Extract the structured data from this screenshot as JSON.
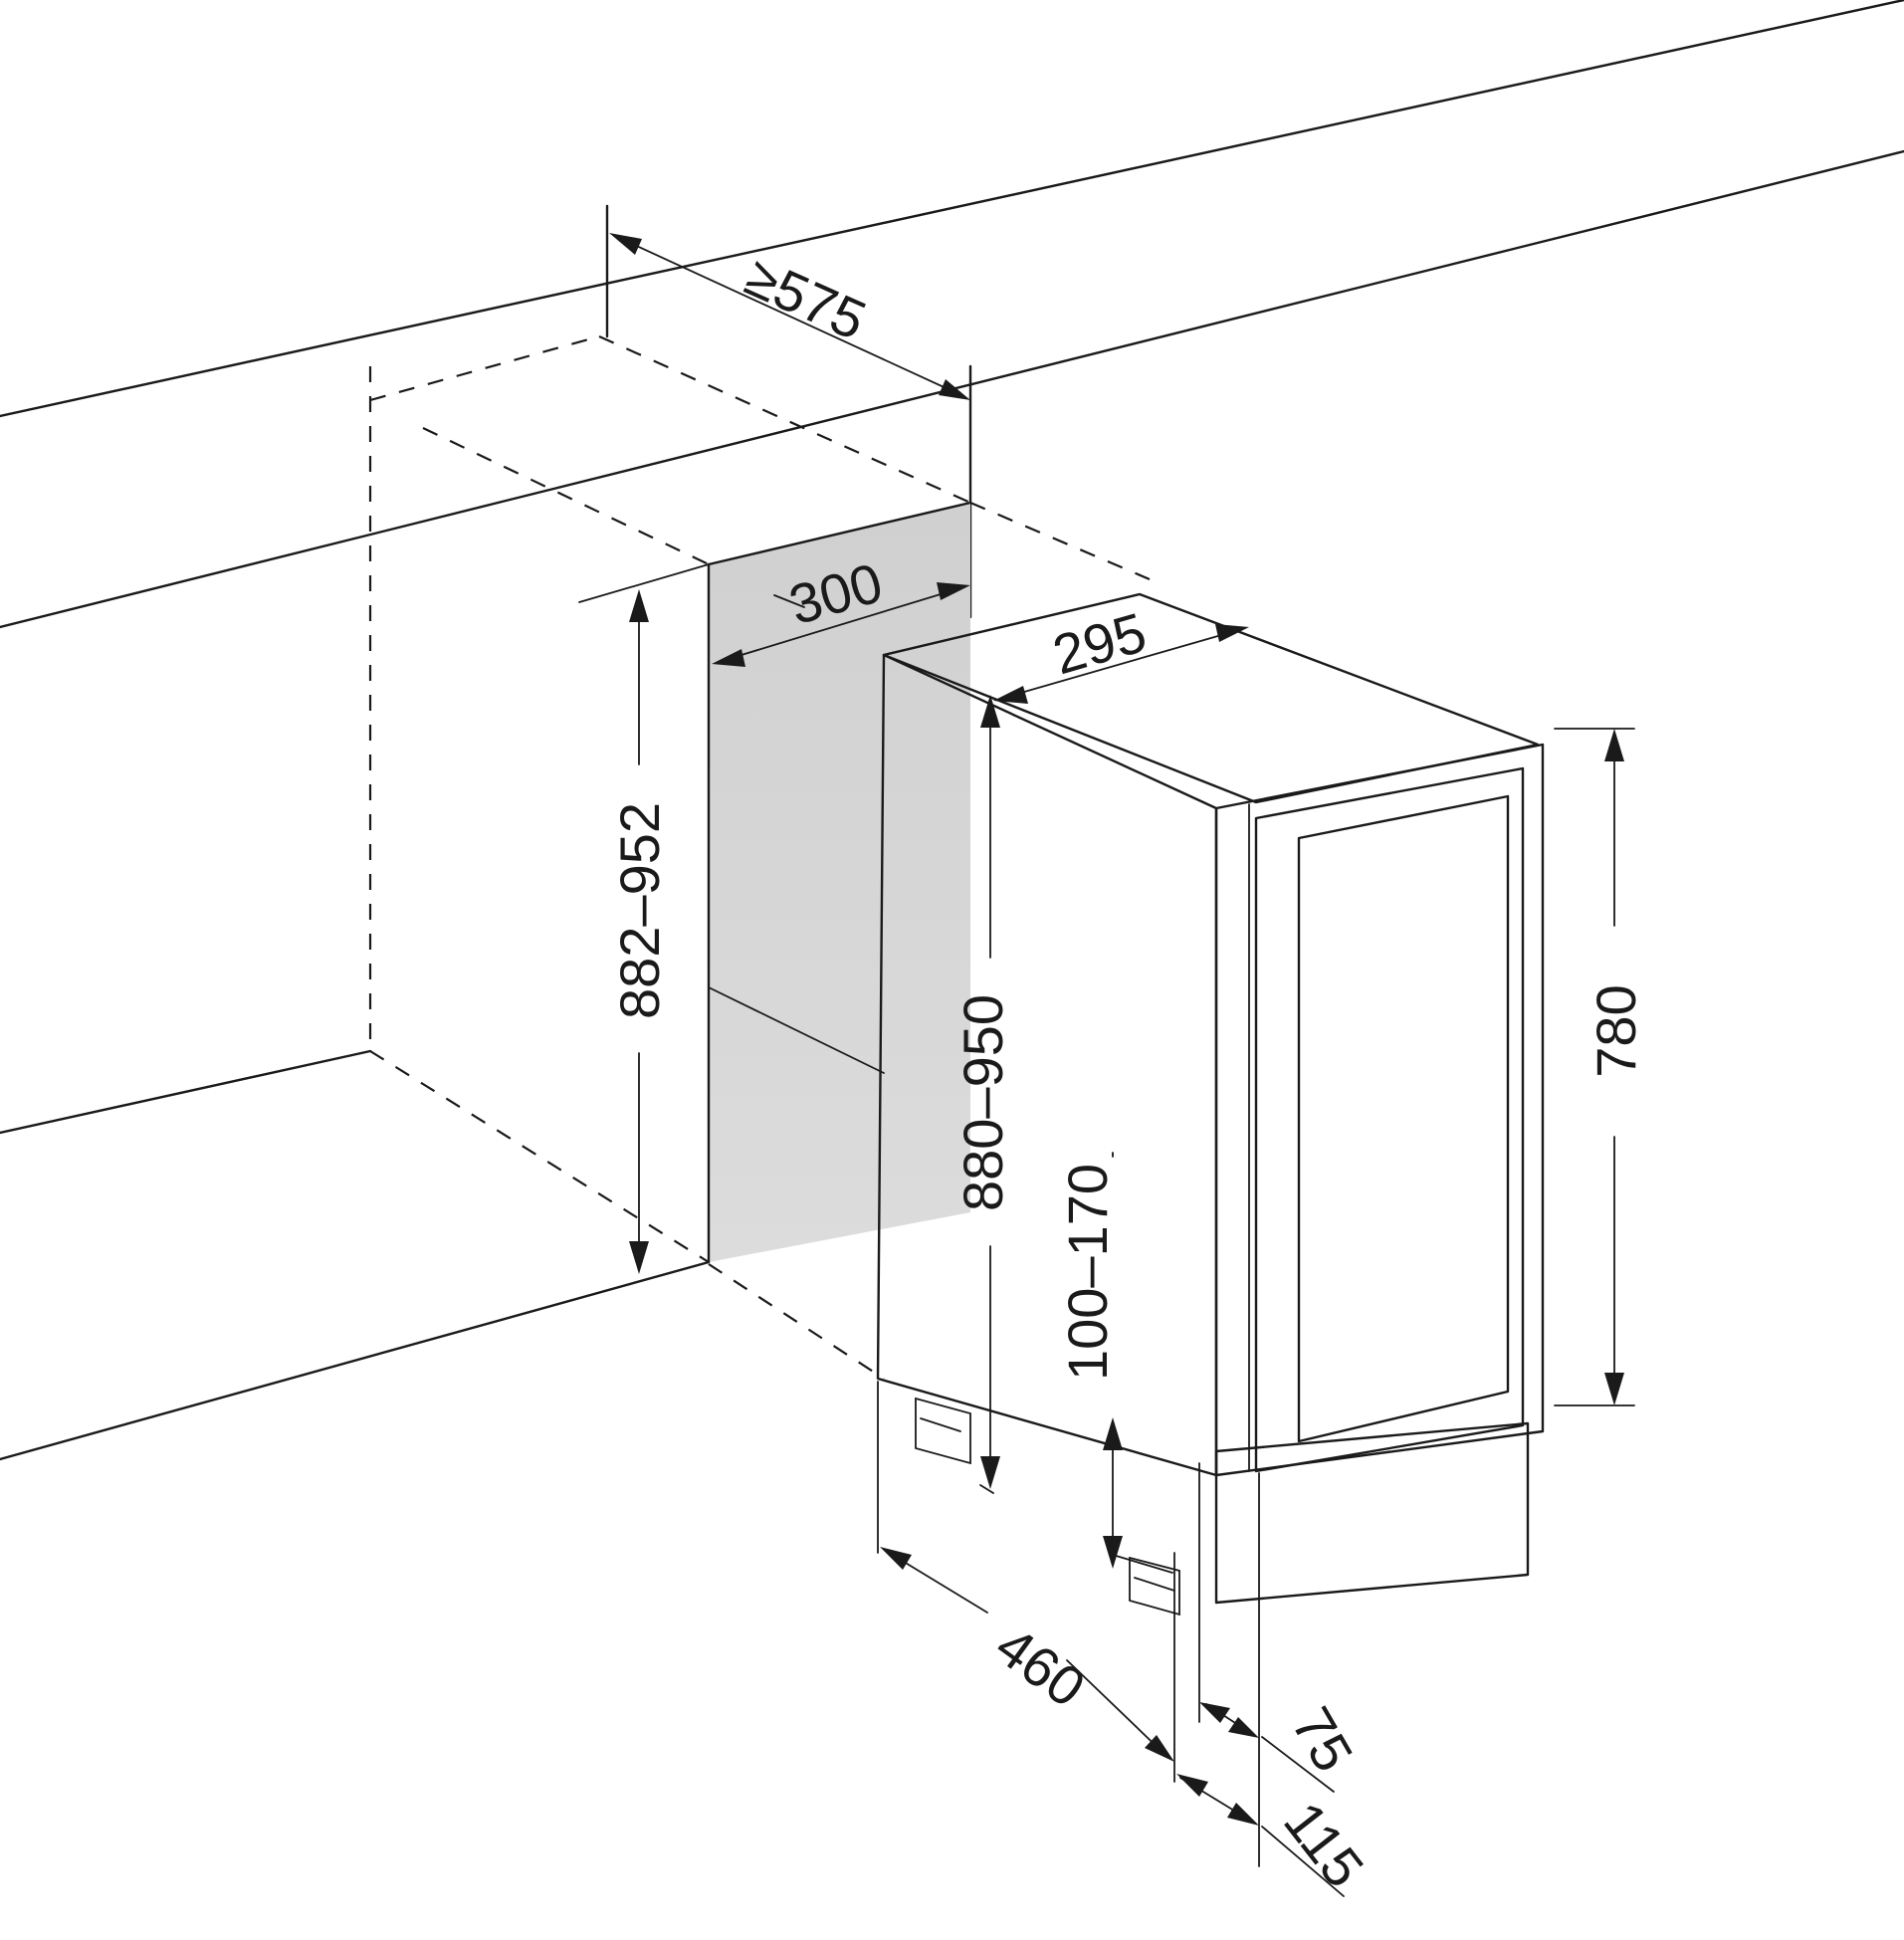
{
  "dimensions": {
    "niche_depth_min": "≥575",
    "niche_width": "300",
    "unit_width": "295",
    "niche_height": "882–952",
    "unit_height": "880–950",
    "door_height": "780",
    "plinth_height": "100–170",
    "unit_depth": "460",
    "door_offset": "75",
    "foot_setback": "115"
  },
  "colors": {
    "line": "#1a1a1a",
    "niche_fill": "#d4d4d4",
    "glass_top": "#ececec",
    "glass_bottom": "#b0b0b0"
  }
}
